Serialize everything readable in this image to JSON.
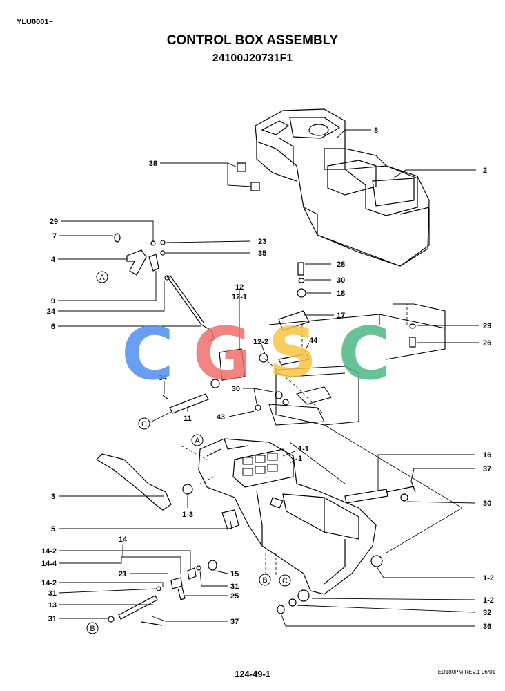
{
  "header": {
    "serial": "YLU0001~",
    "title": "CONTROL BOX ASSEMBLY",
    "part_number": "24100J20731F1"
  },
  "footer": {
    "page": "124-49-1",
    "revision": "ED180PM REV.1 06/01"
  },
  "watermark": {
    "letters": [
      "C",
      "G",
      "S",
      "C"
    ],
    "colors": [
      "#4f8ff0",
      "#ef6f6a",
      "#f7c443",
      "#4fb883"
    ]
  },
  "callouts": {
    "c8": "8",
    "c38": "38",
    "c2": "2",
    "c29a": "29",
    "c7": "7",
    "c23": "23",
    "c4": "4",
    "c35": "35",
    "c9": "9",
    "c24": "24",
    "c28": "28",
    "c30a": "30",
    "c18": "18",
    "c12": "12",
    "c12_1": "12-1",
    "c17": "17",
    "c6": "6",
    "c29b": "29",
    "c26": "26",
    "c12_2": "12-2",
    "c44": "44",
    "c34": "34",
    "c30b": "30",
    "c43": "43",
    "c11": "11",
    "c1_1": "1-1",
    "c1": "1",
    "c16": "16",
    "c37a": "37",
    "c3": "3",
    "c1_3": "1-3",
    "c30c": "30",
    "c5": "5",
    "c14": "14",
    "c14_2a": "14-2",
    "c14_4": "14-4",
    "c21": "21",
    "c15": "15",
    "c31a": "31",
    "c14_2b": "14-2",
    "c31b": "31",
    "c25": "25",
    "c1_2a": "1-2",
    "c13": "13",
    "c1_2b": "1-2",
    "c32": "32",
    "c31c": "31",
    "c37b": "37",
    "c36": "36"
  },
  "refs": {
    "a1": "A",
    "a2": "A",
    "b1": "B",
    "b2": "B",
    "c1": "C",
    "c2": "C"
  }
}
